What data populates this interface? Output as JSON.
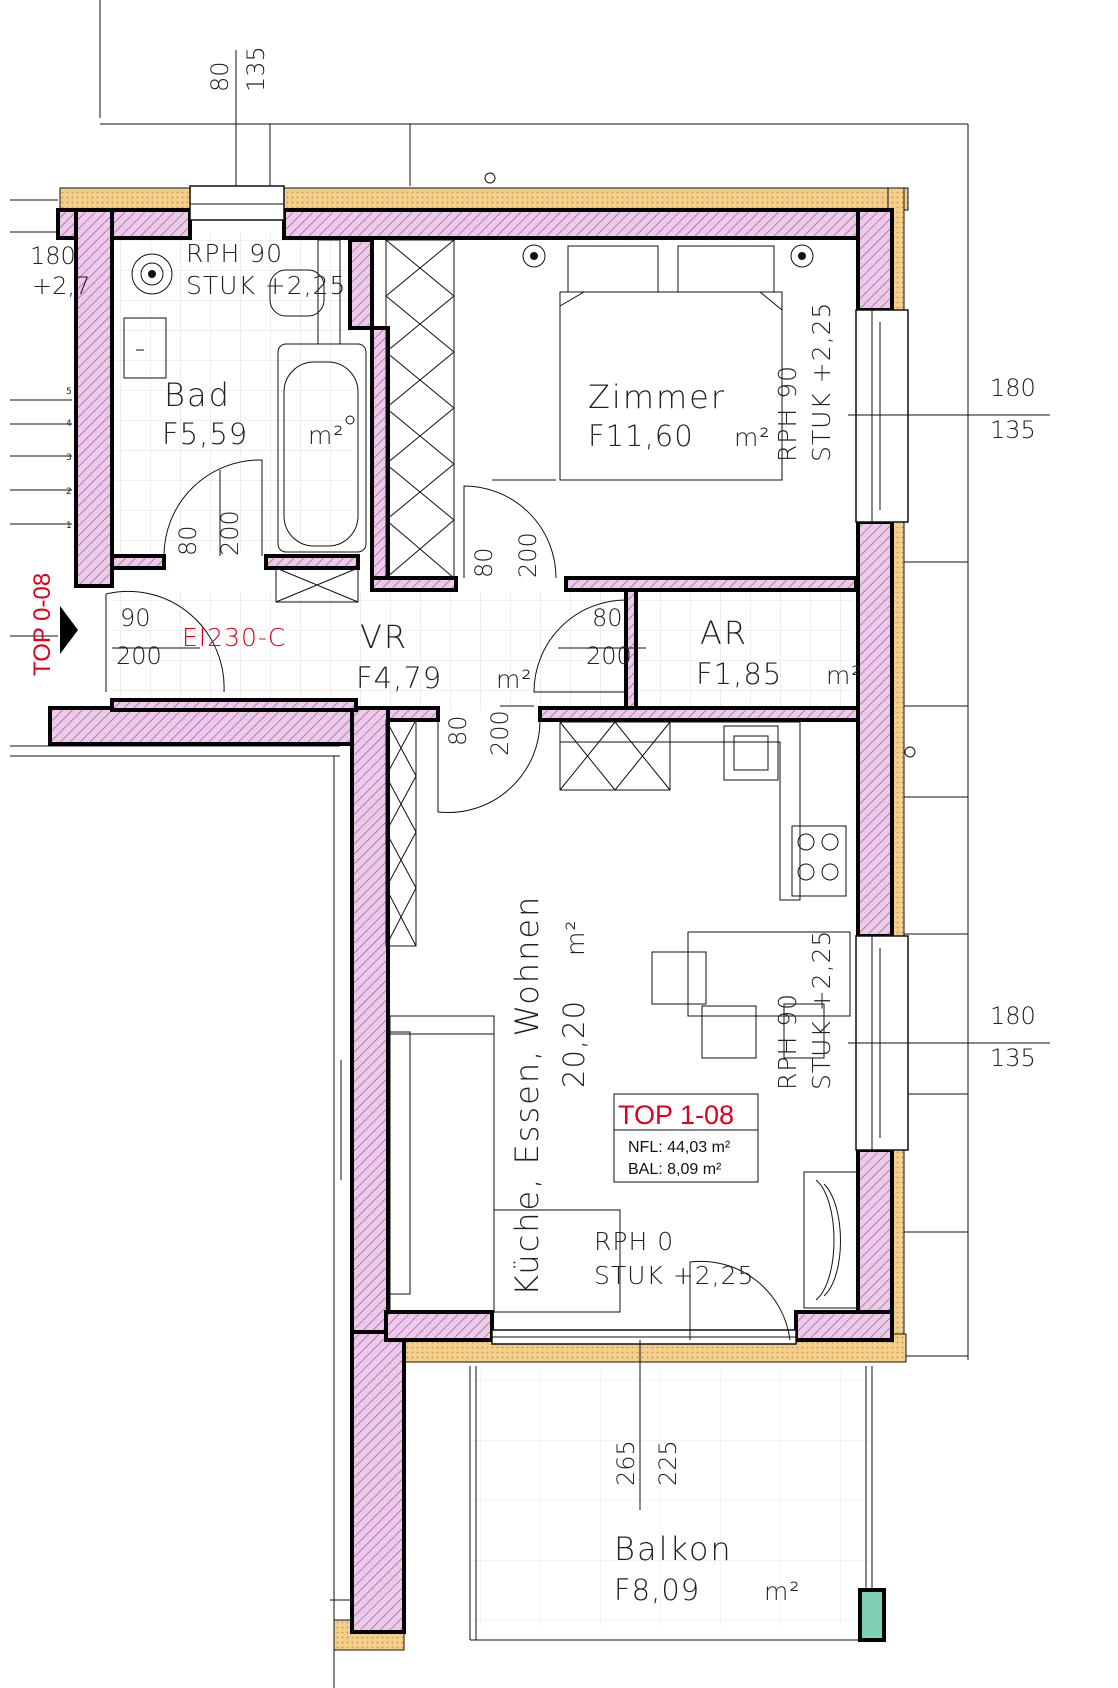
{
  "plan": {
    "rooms": [
      {
        "id": "bad",
        "name": "Bad",
        "area": "F5,59",
        "unit": "m²"
      },
      {
        "id": "zimmer",
        "name": "Zimmer",
        "area": "F11,60",
        "unit": "m²"
      },
      {
        "id": "vr",
        "name": "VR",
        "area": "F4,79",
        "unit": "m²"
      },
      {
        "id": "ar",
        "name": "AR",
        "area": "F1,85",
        "unit": "m²"
      },
      {
        "id": "kuche",
        "name": "Küche, Essen, Wohnen",
        "area": "20,20",
        "unit": "m²"
      },
      {
        "id": "balkon",
        "name": "Balkon",
        "area": "F8,09",
        "unit": "m²"
      }
    ],
    "unit_box": {
      "title": "TOP 1-08",
      "nfl": "NFL: 44,03 m²",
      "bal": "BAL: 8,09 m²"
    },
    "neighbour_unit": "TOP 0-08",
    "fire_rating": "EI230-C",
    "dims": {
      "top_80": "80",
      "top_135": "135",
      "win_upper_180": "180",
      "win_upper_135": "135",
      "win_lower_180": "180",
      "win_lower_135": "135",
      "balcony_265": "265",
      "balcony_225": "225",
      "bad_door_80": "80",
      "bad_door_200": "200",
      "zim_door_80": "80",
      "zim_door_200": "200",
      "entry_90": "90",
      "entry_200": "200",
      "ar_door_80": "80",
      "ar_door_200": "200",
      "liv_door_80": "80",
      "liv_door_200": "200",
      "left_180": "180"
    },
    "window_notes": {
      "bad_rph": "RPH 90",
      "bad_stuk": "STUK +2,25",
      "zim_rph": "RPH 90",
      "zim_stuk": "STUK +2,25",
      "liv_rph": "RPH 90",
      "liv_stuk": "STUK +2,25",
      "bal_rph": "RPH 0",
      "bal_stuk": "STUK +2,25",
      "left_stuk": "+2,7"
    },
    "stair_numbers": [
      "5",
      "4",
      "3",
      "2",
      "1"
    ],
    "colors": {
      "wall_fill": "#e8c4e6",
      "wall_hatch": "#b04ab0",
      "insulation": "#f3cd86",
      "unit_title": "#e0001b"
    }
  }
}
